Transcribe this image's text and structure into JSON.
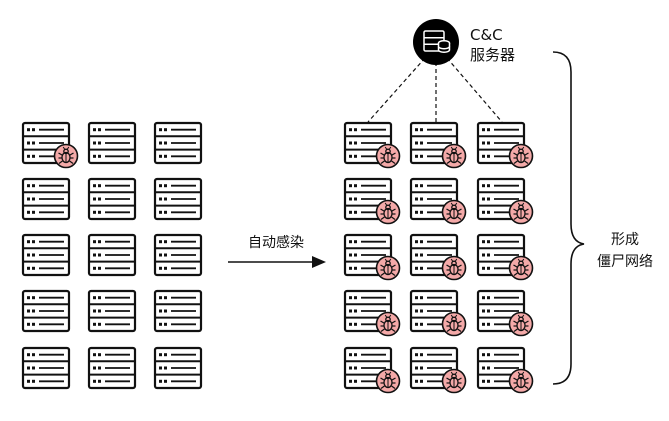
{
  "cc_server": {
    "line1": "C&C",
    "line2": "服务器",
    "icon": "database-server-icon"
  },
  "arrow_label": "自动感染",
  "bracket_label": {
    "line1": "形成",
    "line2": "僵尸网络"
  },
  "grid": {
    "rows": 5,
    "cols": 3
  },
  "left_infected": [
    [
      0,
      0
    ]
  ],
  "right_infected": "all",
  "icons": {
    "server": "server-rack-icon",
    "bug": "bug-icon"
  },
  "colors": {
    "stroke": "#111111",
    "infection": "#f4a9a8",
    "cc_fill": "#000000"
  }
}
